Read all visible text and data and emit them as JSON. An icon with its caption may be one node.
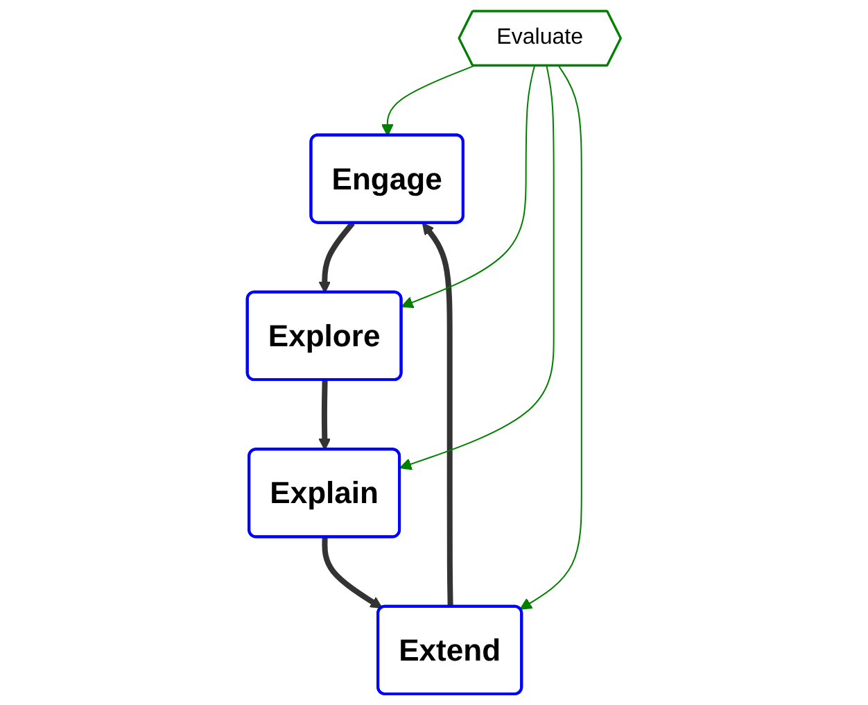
{
  "diagram": {
    "nodes": [
      {
        "text": [
          "Engage"
        ]
      },
      {
        "text": [
          "Extend"
        ]
      },
      {
        "text": [
          "Evaluate"
        ]
      },
      {
        "text": [
          "Explore"
        ]
      },
      {
        "text": [
          "Explain"
        ]
      }
    ],
    "edges": [
      {
        "from": 0,
        "to": 3,
        "arrow": "to",
        "style": "thick"
      },
      {
        "from": 3,
        "to": 4,
        "arrow": "to",
        "style": "thick"
      },
      {
        "from": 4,
        "to": 1,
        "arrow": "to",
        "style": "thick"
      },
      {
        "from": 1,
        "to": 0,
        "arrow": "to",
        "style": "thick"
      },
      {
        "from": 2,
        "to": 0,
        "arrow": "to",
        "color": "#008000"
      },
      {
        "from": 2,
        "to": 3,
        "arrow": "to",
        "color": "#008000"
      },
      {
        "from": 2,
        "to": 4,
        "arrow": "to",
        "color": "#008000"
      },
      {
        "from": 2,
        "to": 1,
        "arrow": "to",
        "color": "#008000"
      }
    ]
  }
}
